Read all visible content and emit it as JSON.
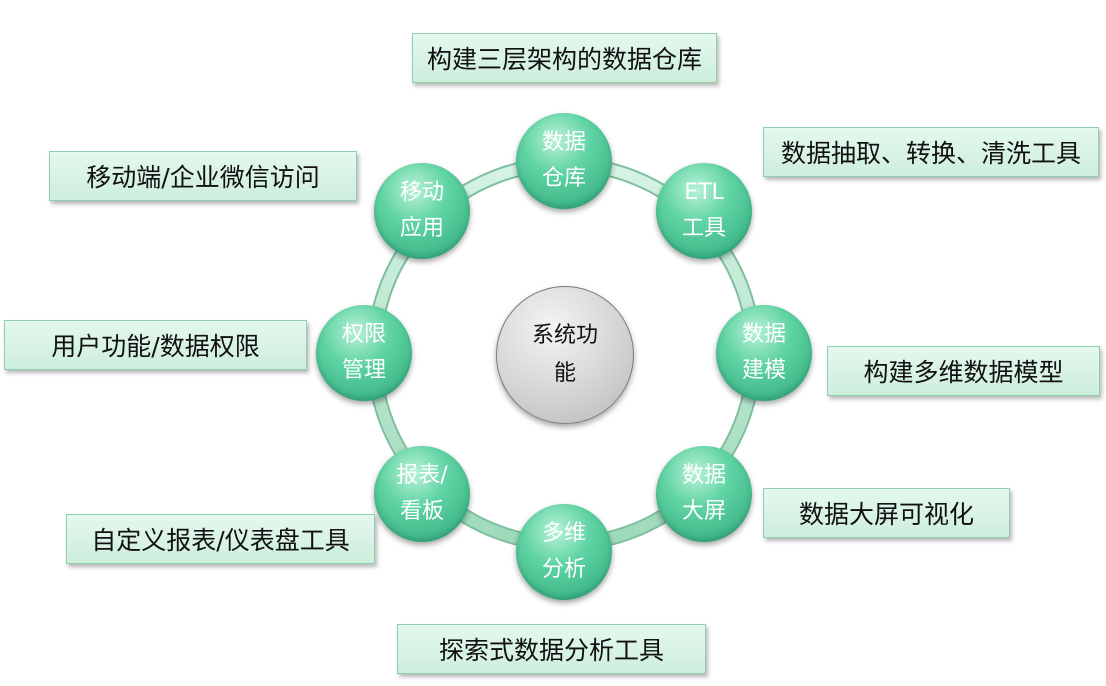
{
  "diagram": {
    "center": {
      "label": "系统功\n能"
    },
    "nodes": [
      {
        "id": "data-warehouse",
        "label": "数据\n仓库"
      },
      {
        "id": "etl-tools",
        "label": "ETL\n工具"
      },
      {
        "id": "data-modeling",
        "label": "数据\n建模"
      },
      {
        "id": "data-big-screen",
        "label": "数据\n大屏"
      },
      {
        "id": "multidim-analysis",
        "label": "多维\n分析"
      },
      {
        "id": "report-dashboard",
        "label": "报表/\n看板"
      },
      {
        "id": "permission-mgmt",
        "label": "权限\n管理"
      },
      {
        "id": "mobile-app",
        "label": "移动\n应用"
      }
    ],
    "callouts": [
      {
        "id": "data-warehouse",
        "text": "构建三层架构的数据仓库"
      },
      {
        "id": "etl-tools",
        "text": "数据抽取、转换、清洗工具"
      },
      {
        "id": "data-modeling",
        "text": "构建多维数据模型"
      },
      {
        "id": "data-big-screen",
        "text": "数据大屏可视化"
      },
      {
        "id": "multidim-analysis",
        "text": "探索式数据分析工具"
      },
      {
        "id": "report-dashboard",
        "text": "自定义报表/仪表盘工具"
      },
      {
        "id": "permission-mgmt",
        "text": "用户功能/数据权限"
      },
      {
        "id": "mobile-app",
        "text": "移动端/企业微信访问"
      }
    ],
    "colors": {
      "node_green": "#3fbf8a",
      "ring": "#b5e6cc",
      "callout_fill": "#d8f3e5",
      "callout_border": "#8fcfae",
      "center_gray": "#cfcfcf"
    }
  }
}
